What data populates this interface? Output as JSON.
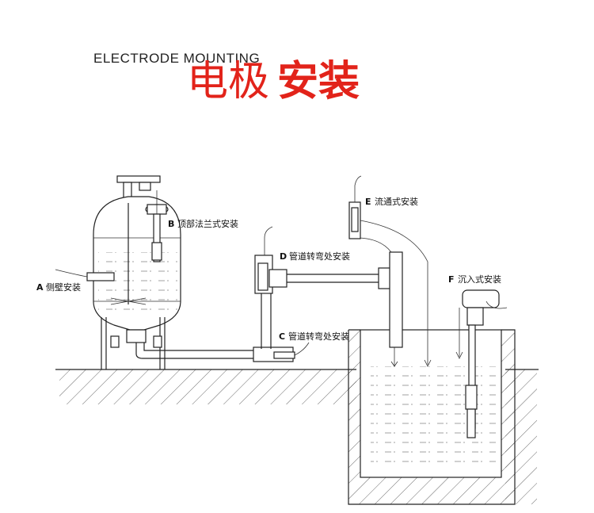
{
  "title": {
    "english": "ELECTRODE MOUNTING",
    "chinese_light": "电极",
    "chinese_bold": "安装"
  },
  "labels": [
    {
      "id": "A",
      "letter": "A",
      "text": "侧壁安装"
    },
    {
      "id": "B",
      "letter": "B",
      "text": "顶部法兰式安装"
    },
    {
      "id": "C",
      "letter": "C",
      "text": "管道转弯处安装"
    },
    {
      "id": "D",
      "letter": "D",
      "text": "管道转弯处安装"
    },
    {
      "id": "E",
      "letter": "E",
      "text": "流通式安装"
    },
    {
      "id": "F",
      "letter": "F",
      "text": "沉入式安装"
    }
  ],
  "colors": {
    "accent": "#e2231a",
    "line": "#222222"
  }
}
